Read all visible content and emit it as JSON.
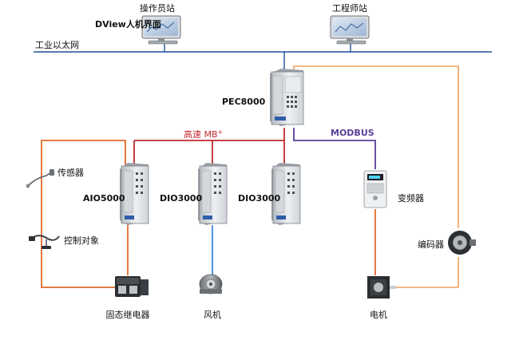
{
  "network": {
    "label": "工业以太网",
    "operator_station": "操作员站",
    "operator_sub": "DView人机界面",
    "engineer_station": "工程师站"
  },
  "controller": {
    "label": "PEC8000"
  },
  "bus": {
    "highspeed_label": "高速 MB",
    "highspeed_sup": "+",
    "modbus_label": "MODBUS"
  },
  "modules": [
    {
      "label": "AIO5000"
    },
    {
      "label": "DIO3000"
    },
    {
      "label": "DIO3000"
    }
  ],
  "field": {
    "sensor": "传感器",
    "control_object": "控制对象",
    "relay": "固态继电器",
    "fan": "风机",
    "inverter": "变频器",
    "motor": "电机",
    "encoder": "编码器"
  },
  "colors": {
    "ethernet": "#1f4e99",
    "highspeed": "#c0282e",
    "modbus": "#5a3e98",
    "analog": "#e26a2c",
    "encoder_line": "#f5a25d",
    "fan_line": "#3d8ad9"
  }
}
